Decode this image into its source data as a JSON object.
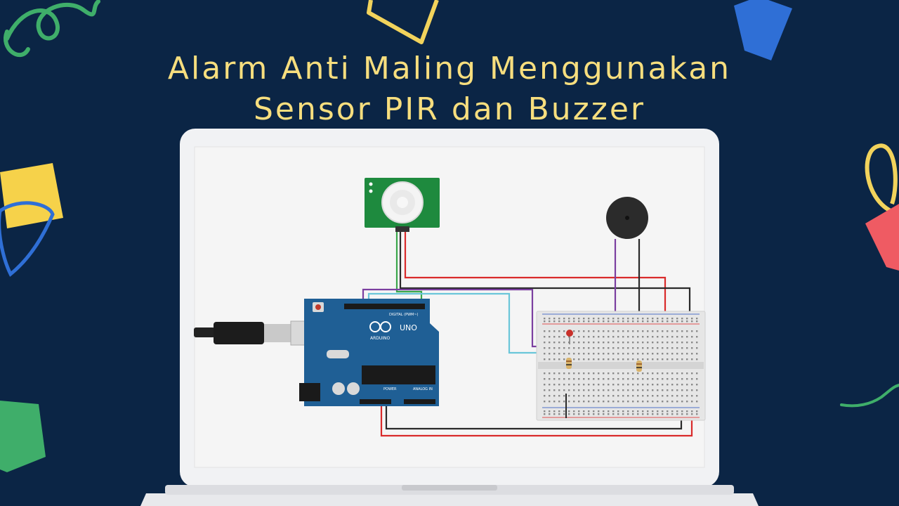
{
  "title": {
    "line1": "Alarm Anti Maling Menggunakan",
    "line2": "Sensor PIR dan Buzzer"
  },
  "arduino": {
    "brand": "ARDUINO",
    "model": "UNO",
    "digital_label": "DIGITAL (PWM~)",
    "power_label": "POWER",
    "analog_label": "ANALOG IN"
  },
  "colors": {
    "background": "#0b2545",
    "title": "#f7de7e",
    "arduino_board": "#1f5f95",
    "pir_board": "#1e8a3e",
    "wire_red": "#d92b2b",
    "wire_black": "#2a2a2a",
    "wire_purple": "#7b3fa0",
    "wire_cyan": "#6ac6d9",
    "wire_green": "#3aa64a"
  }
}
